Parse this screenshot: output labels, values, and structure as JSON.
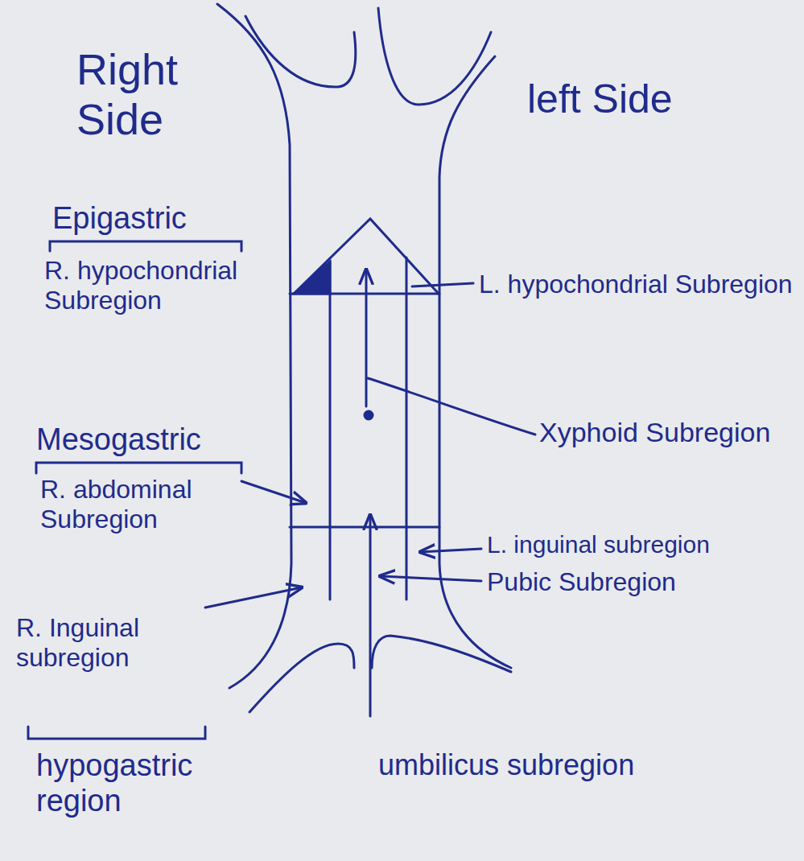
{
  "diagram": {
    "labels": [
      "Right Side",
      "left Side",
      "Epigastric",
      "R. hypochondrial Subregion",
      "L. hypochondrial Subregion",
      "Xyphoid Subregion",
      "Mesogastric",
      "R. abdominal Subregion",
      "L. inguinal subregion",
      "Pubic Subregion",
      "R. Inguinal subregion",
      "hypogastric region",
      "umbilicus subregion"
    ]
  }
}
